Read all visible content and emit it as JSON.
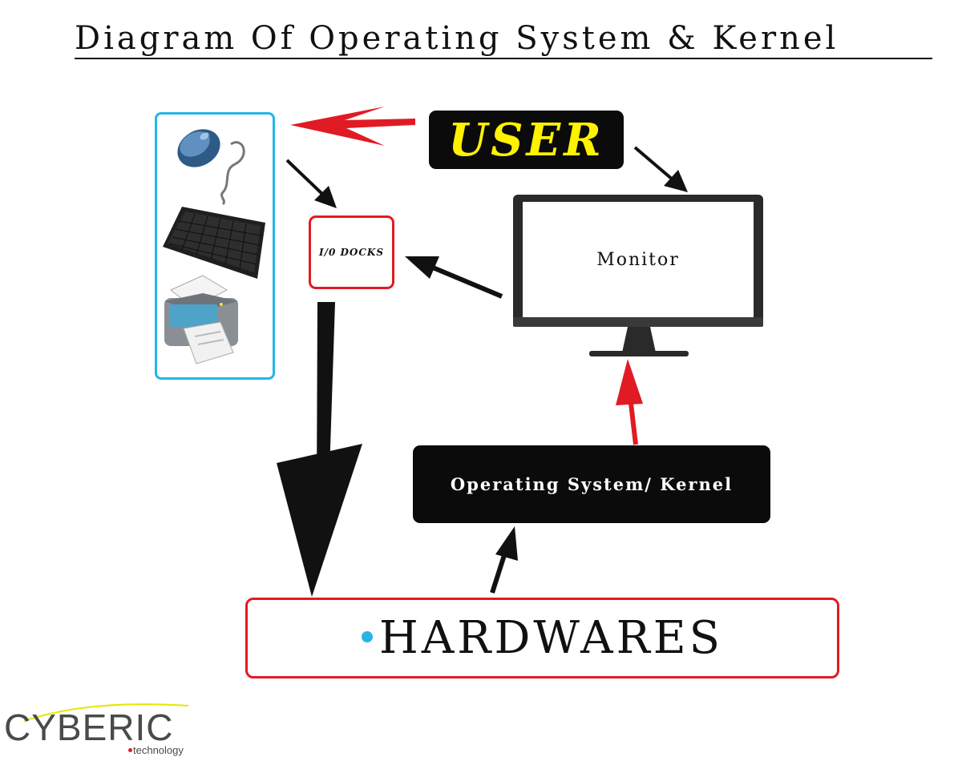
{
  "title": "Diagram Of Operating System & Kernel",
  "nodes": {
    "user": "USER",
    "io_docks": "I/0 DOCKS",
    "monitor": "Monitor",
    "os_kernel": "Operating System/ Kernel",
    "hardwares": "HARDWARES"
  },
  "devices": [
    "mouse-icon",
    "keyboard-icon",
    "printer-icon"
  ],
  "logo": {
    "name": "CYBERIC",
    "tagline": "technology"
  },
  "colors": {
    "red": "#e01b24",
    "blue": "#22b7e8",
    "black": "#0b0b0b",
    "yellow": "#fff200",
    "logo_gray": "#4a4a4a",
    "logo_swoosh": "#e6e600"
  }
}
